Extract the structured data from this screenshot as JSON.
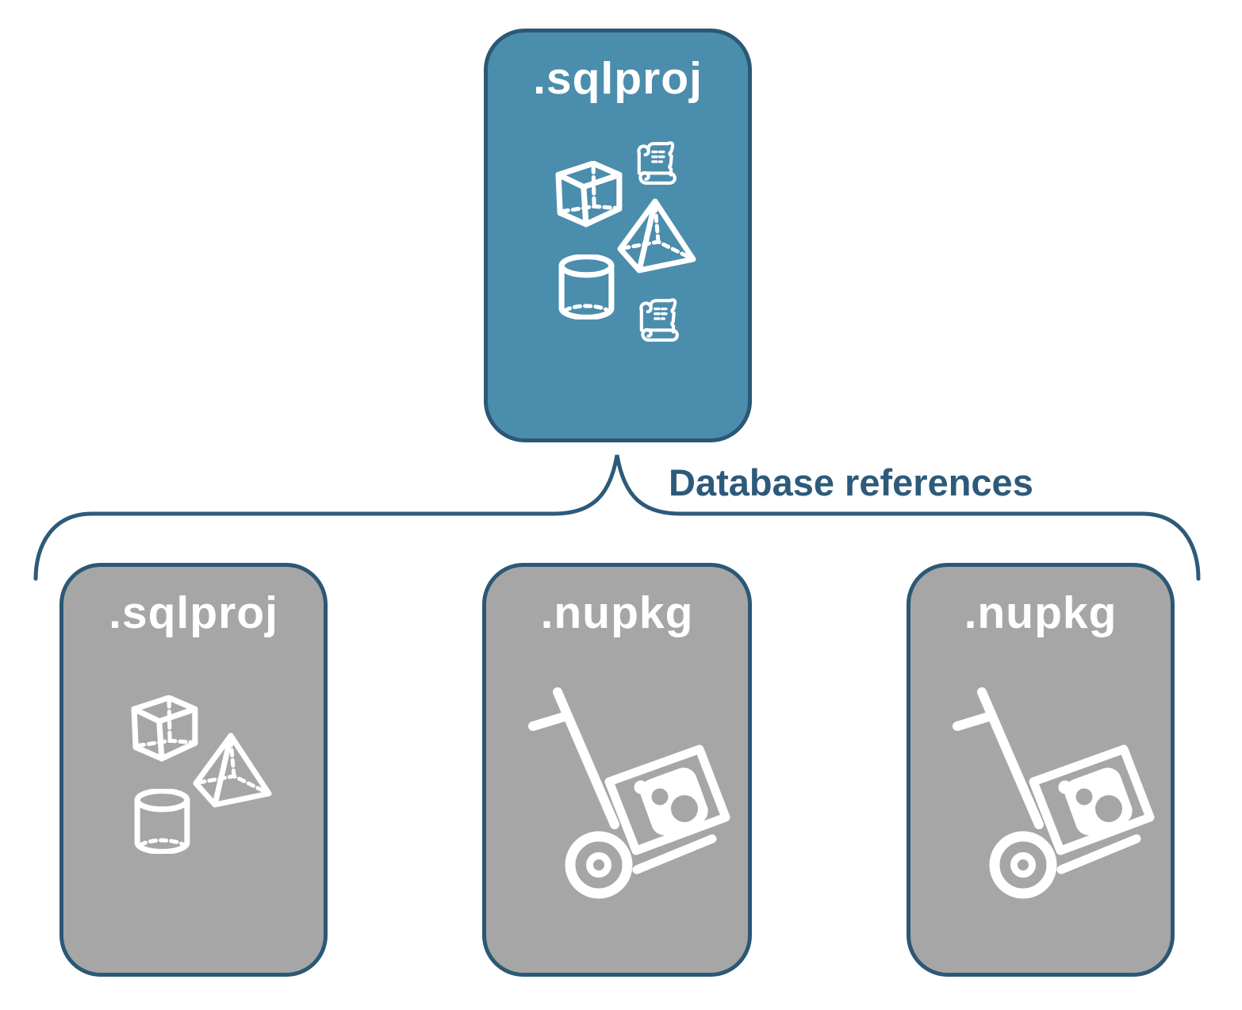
{
  "diagram": {
    "root_card": {
      "label": ".sqlproj",
      "icons": [
        "scroll-icon",
        "cube-icon",
        "pyramid-icon",
        "cylinder-icon",
        "scroll-icon"
      ]
    },
    "connector": {
      "label": "Database references"
    },
    "child_cards": [
      {
        "label": ".sqlproj",
        "icons": [
          "cube-icon",
          "pyramid-icon",
          "cylinder-icon"
        ]
      },
      {
        "label": ".nupkg",
        "icons": [
          "nuget-hand-truck-icon"
        ]
      },
      {
        "label": ".nupkg",
        "icons": [
          "nuget-hand-truck-icon"
        ]
      }
    ],
    "colors": {
      "root_card_fill": "#4b8dac",
      "child_card_fill": "#a6a6a6",
      "card_border": "#2b5875",
      "connector_line": "#2d5a7a",
      "connector_text": "#2d5a7a",
      "card_text": "#ffffff",
      "icon_stroke": "#ffffff"
    }
  }
}
